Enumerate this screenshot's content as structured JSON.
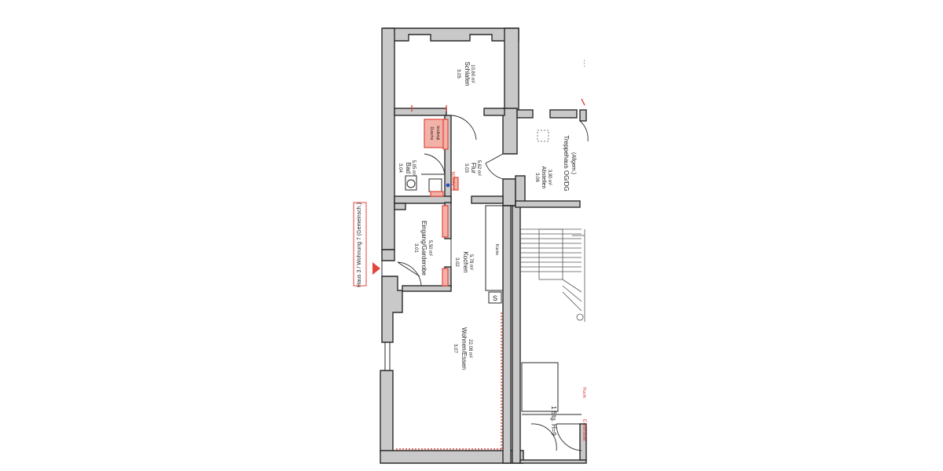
{
  "rooms": {
    "schlafen": {
      "number": "3.05",
      "name": "Schlafen",
      "area": "10,60 m²"
    },
    "flur": {
      "number": "3.03",
      "name": "Flur",
      "area": "5,62 m²"
    },
    "bad": {
      "number": "3.04",
      "name": "Bad",
      "area": "5,05 m²"
    },
    "abstellen": {
      "number": "3.06",
      "name": "Abstellen",
      "area": "3,90 m²"
    },
    "treppe": {
      "name": "Treppehaus OG/DG",
      "sub": "(Allgem.)"
    },
    "eingang": {
      "number": "3.01",
      "name": "Eingang/Garderobe",
      "area": "5,50 m²"
    },
    "kochen": {
      "number": "3.02",
      "name": "Kochen",
      "area": "5,78 m²"
    },
    "wohnen": {
      "number": "3.07",
      "name": "Wohnen/Essen",
      "area": "22,08 m²"
    }
  },
  "labels": {
    "dusche": "Dusche",
    "bodengleich": "bodengl.",
    "kueche": "Küche",
    "s_mark": "S",
    "stufe": "1 Stg. H=9",
    "e_anschluss": "E-Anschl.",
    "e_verteiler": "E-Verteiler",
    "flucht": "Flucht",
    "left_sign": "Haus 3 / Wohnung 7 (Gemeinsch.)"
  },
  "colors": {
    "wall": "#c9c9c9",
    "line": "#2a2a2a",
    "accent": "#e2463c"
  }
}
